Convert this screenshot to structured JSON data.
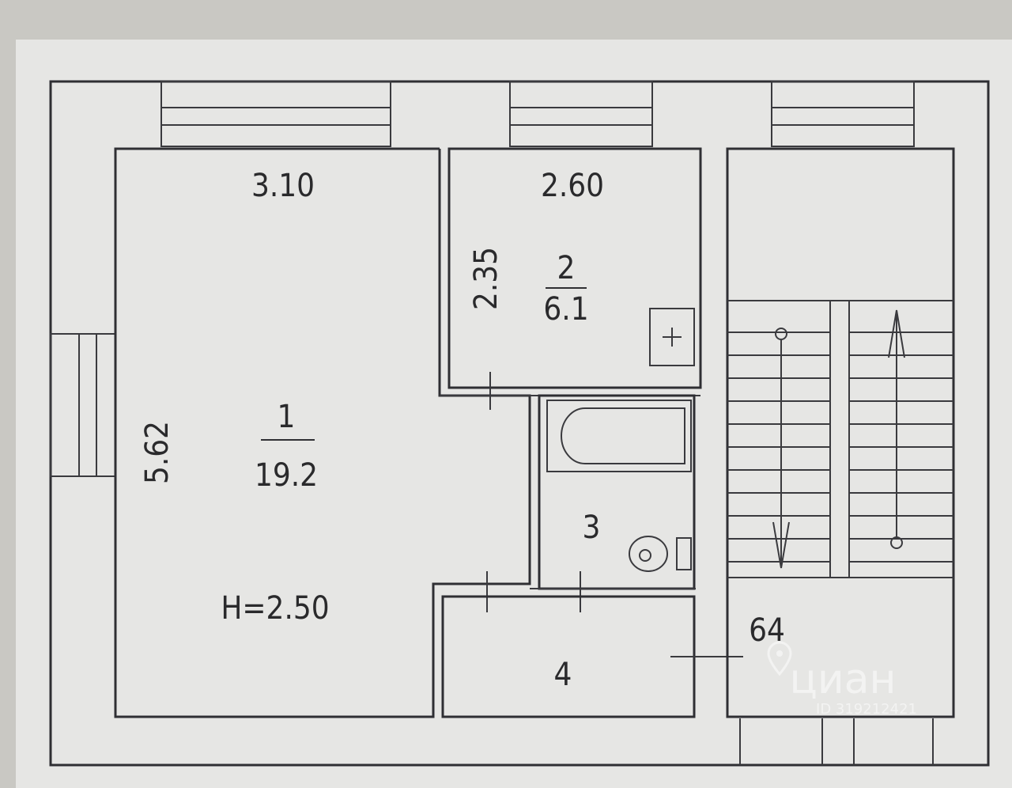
{
  "plan": {
    "ceiling_height": "H=2.50",
    "stair_label": "64",
    "rooms": [
      {
        "id": "1",
        "number": "1",
        "area": "19.2",
        "width": "3.10",
        "length": "5.62"
      },
      {
        "id": "2",
        "number": "2",
        "area": "6.1",
        "width": "2.60",
        "length": "2.35"
      },
      {
        "id": "3",
        "number": "3"
      },
      {
        "id": "4",
        "number": "4"
      }
    ]
  },
  "watermark": {
    "brand": "циан",
    "id_text": "ID 319212421"
  },
  "colors": {
    "paper": "#e6e6e4",
    "background": "#c9c8c3",
    "lines": "#2f2f33"
  },
  "icons": [
    "location-pin-icon",
    "stove-icon",
    "bathtub-icon",
    "toilet-icon",
    "stair-arrow-icon"
  ]
}
